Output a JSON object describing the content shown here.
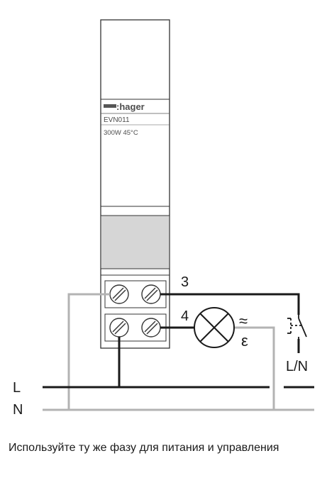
{
  "device": {
    "brand": ":hager",
    "model": "EVN011",
    "rating": "300W 45°C"
  },
  "terminals": {
    "upper": "3",
    "lower": "4"
  },
  "load": {
    "lamp_icon": "lamp-cross-icon",
    "dimmable_symbol": "≈",
    "energy_symbol": "ε"
  },
  "pushbutton": {
    "icon": "pushbutton-icon",
    "label": "L/N"
  },
  "lines": {
    "phase": "L",
    "neutral": "N"
  },
  "colors": {
    "wire_black": "#1a1a1a",
    "wire_grey": "#b3b3b3",
    "device_window": "#d6d6d6",
    "outline": "#333333"
  },
  "caption": "Используйте ту же фазу для питания и управления"
}
